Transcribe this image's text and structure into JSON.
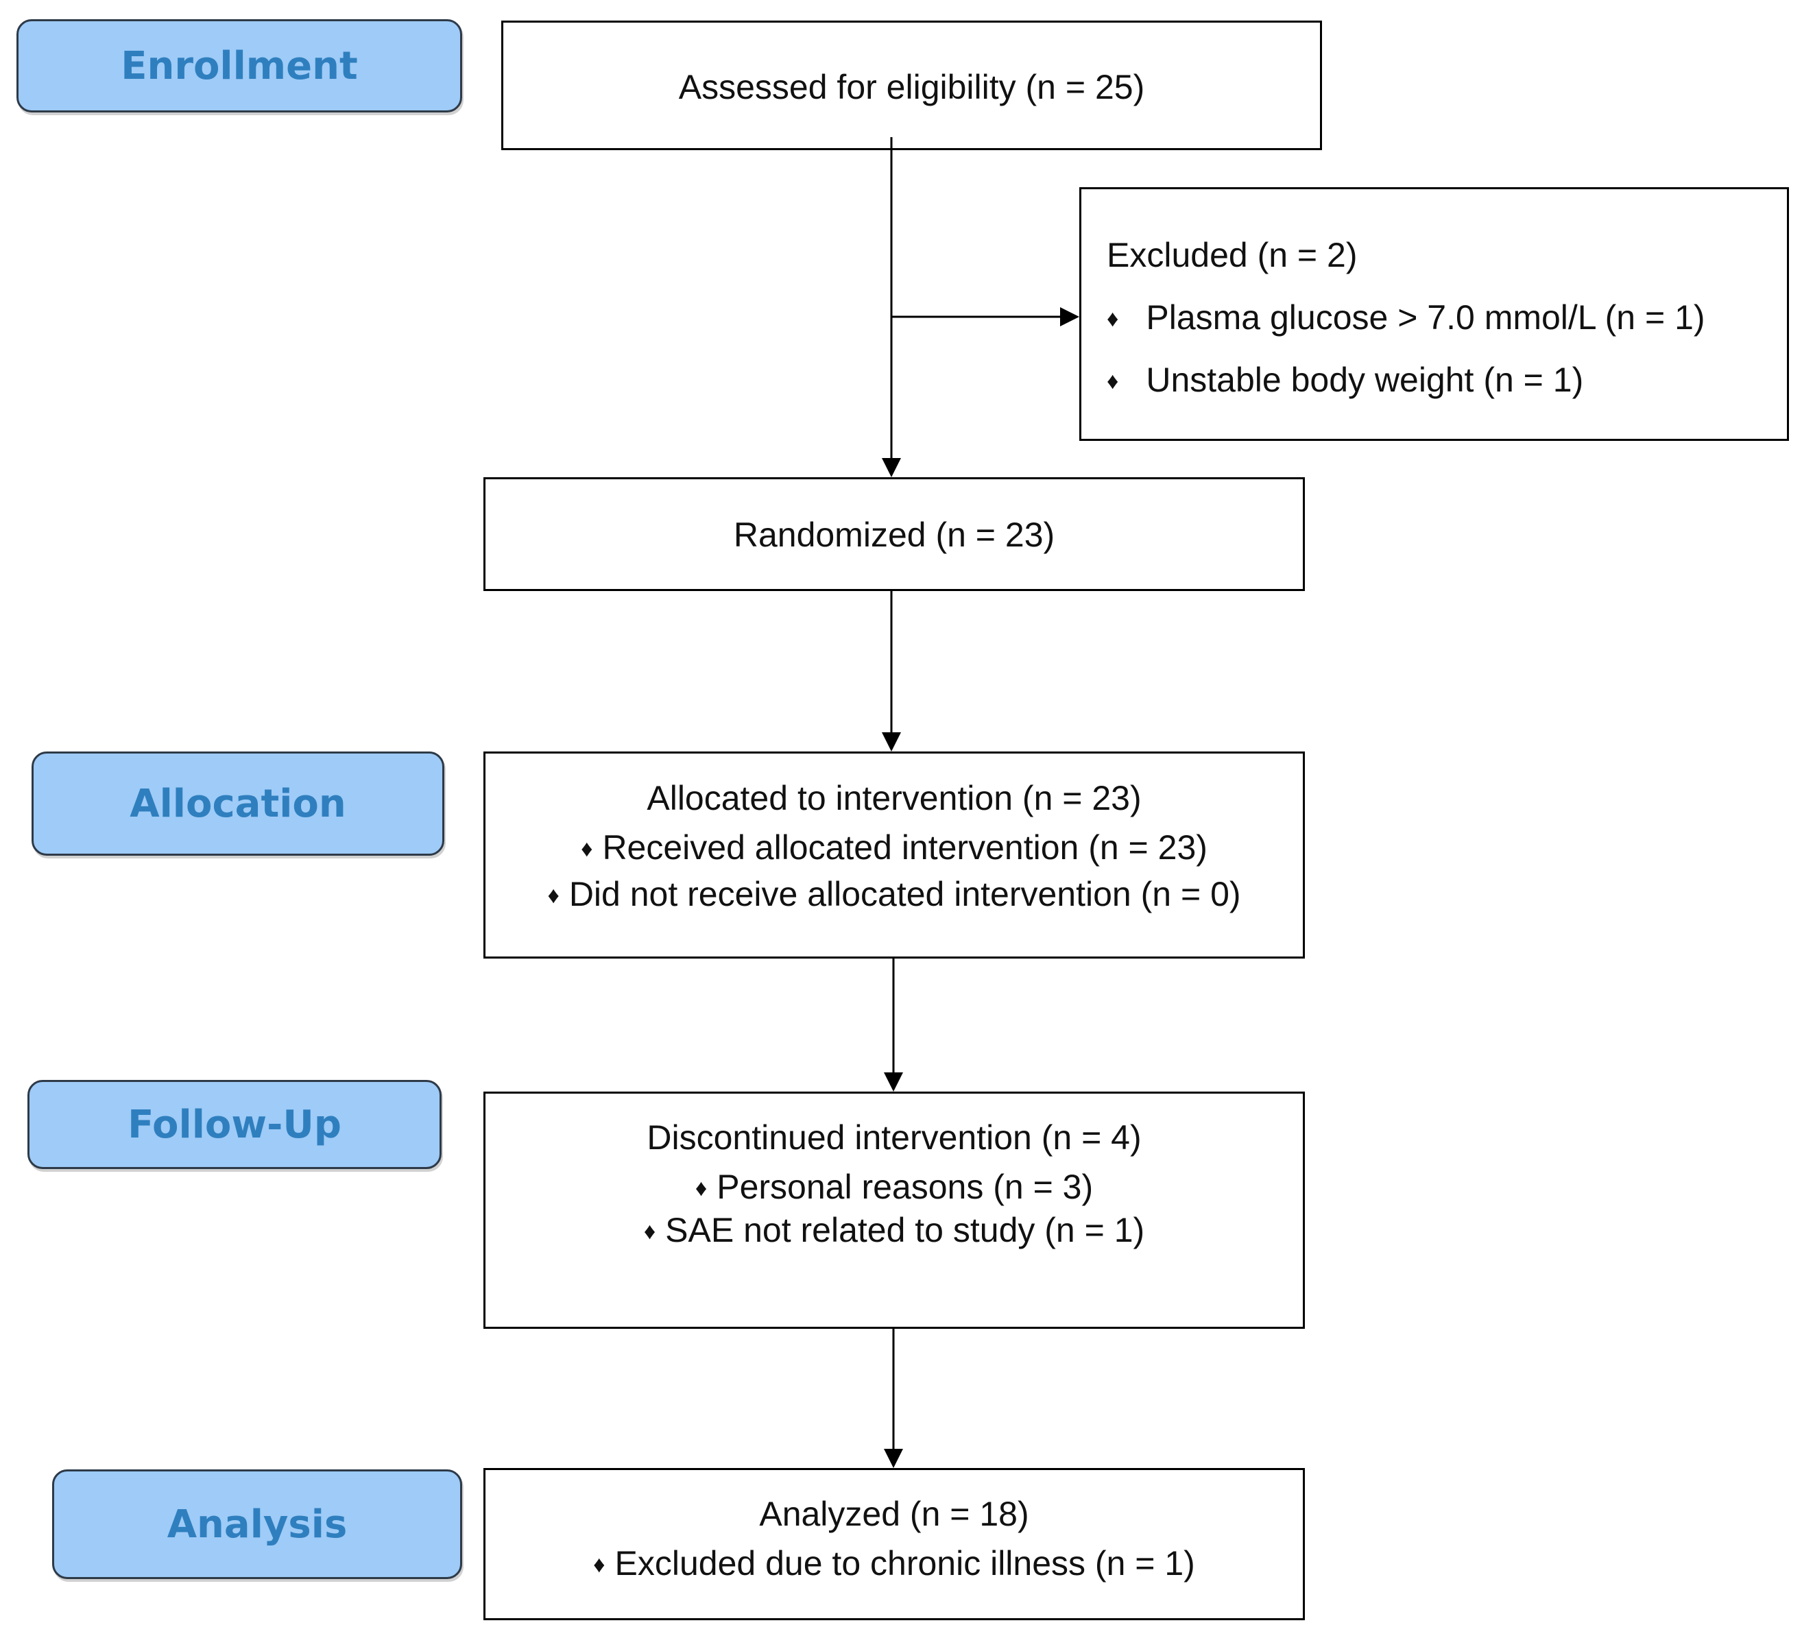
{
  "stages": {
    "enrollment": "Enrollment",
    "allocation": "Allocation",
    "follow_up": "Follow-Up",
    "analysis": "Analysis"
  },
  "boxes": {
    "assessed": "Assessed for eligibility (n = 25)",
    "excluded": {
      "title": "Excluded (n = 2)",
      "items": [
        "Plasma glucose > 7.0 mmol/L (n = 1)",
        "Unstable body weight (n = 1)"
      ]
    },
    "randomized": "Randomized (n = 23)",
    "allocated": {
      "title": "Allocated to intervention (n = 23)",
      "items": [
        "Received allocated intervention (n = 23)",
        "Did not receive allocated intervention (n = 0)"
      ]
    },
    "discontinued": {
      "title": "Discontinued intervention (n = 4)",
      "items": [
        "Personal reasons (n = 3)",
        "SAE not related to study (n = 1)"
      ]
    },
    "analyzed": {
      "title": "Analyzed (n = 18)",
      "items": [
        "Excluded due to chronic illness (n = 1)"
      ]
    }
  },
  "bullet_symbol": "♦",
  "colors": {
    "stage_fill": "#9ecbf7",
    "stage_text": "#2f7fbf",
    "line": "#000000"
  }
}
